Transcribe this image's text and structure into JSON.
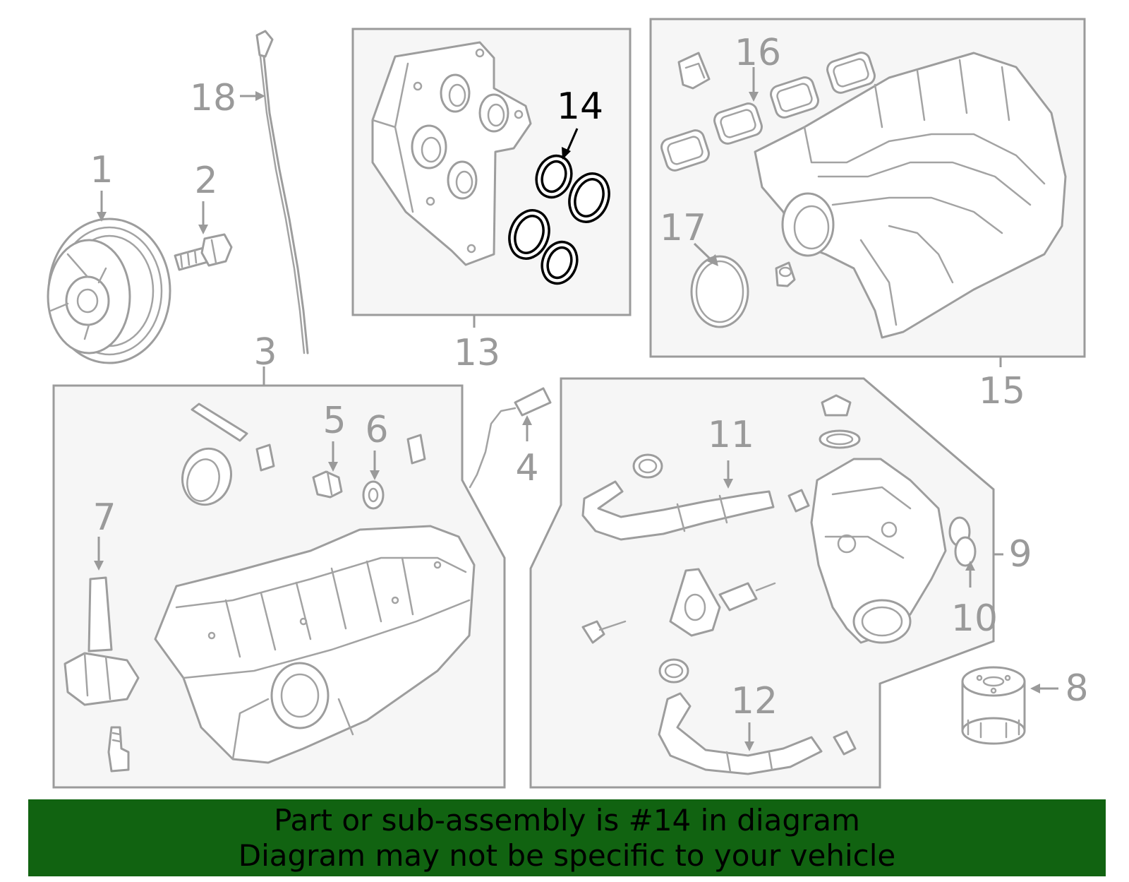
{
  "diagram": {
    "highlighted_part": "14",
    "callouts": [
      "1",
      "2",
      "3",
      "4",
      "5",
      "6",
      "7",
      "8",
      "9",
      "10",
      "11",
      "12",
      "13",
      "14",
      "15",
      "16",
      "17",
      "18"
    ],
    "colors": {
      "outline": "#9a9a9a",
      "highlight": "#000000",
      "banner": "#116311",
      "box_fill": "#f6f6f6"
    }
  },
  "banner": {
    "line1": "Part or sub-assembly is #14 in diagram",
    "line2": "Diagram may not be specific to your vehicle"
  }
}
